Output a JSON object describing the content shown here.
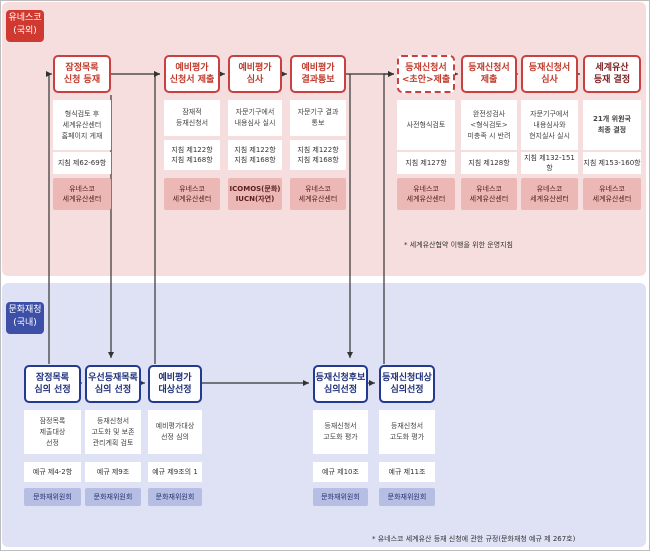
{
  "labels": {
    "unesco": "유네스코\n(국외)",
    "cha": "문화재청\n(국내)"
  },
  "unesco_steps": [
    {
      "title": "잠정목록\n신청 등재",
      "desc": "형식검토 후\n세계유산센터\n홈페이지 게재",
      "ref": "지침 제62-69항",
      "org": "유네스코\n세계유산센터"
    },
    {
      "title": "예비평가\n신청서 제출",
      "desc": "잠재적\n등재신청서",
      "ref": "지침 제122항\n지침 제168항",
      "org": "유네스코\n세계유산센터"
    },
    {
      "title": "예비평가\n심사",
      "desc": "자문기구에서\n내용심사 실시",
      "ref": "지침 제122항\n지침 제168항",
      "org": "ICOMOS(문화)\nIUCN(자연)"
    },
    {
      "title": "예비평가\n결과통보",
      "desc": "자문기구 결과\n통보",
      "ref": "지침 제122항\n지침 제168항",
      "org": "유네스코\n세계유산센터"
    },
    {
      "title": "등재신청서\n<초안>제출",
      "desc": "사전형식검토",
      "ref": "지침 제127항",
      "org": "유네스코\n세계유산센터"
    },
    {
      "title": "등재신청서\n제출",
      "desc": "완전성검사\n<형식검토>\n미충족 시 반려",
      "ref": "지침 제128항",
      "org": "유네스코\n세계유산센터"
    },
    {
      "title": "등재신청서\n심사",
      "desc": "자문기구에서\n내용심사와\n현지실사 실시",
      "ref": "지침 제132-151항",
      "org": "유네스코\n세계유산센터"
    },
    {
      "title": "세계유산\n등재 결정",
      "desc": "21개 위원국\n최종 결정",
      "ref": "지침 제153-160항",
      "org": "유네스코\n세계유산센터"
    }
  ],
  "cha_steps": [
    {
      "title": "잠정목록\n심의 선정",
      "desc": "잠정목록\n제출대상\n선정",
      "ref": "예규 제4-2항",
      "org": "문화재위원회"
    },
    {
      "title": "우선등재목록\n심의 선정",
      "desc": "등재신청서\n고도화 및 보존\n관리계획 검토",
      "ref": "예규 제9조",
      "org": "문화재위원회"
    },
    {
      "title": "예비평가\n대상선정",
      "desc": "예비평가대상\n선정 심의",
      "ref": "예규 제9조의 1",
      "org": "문화재위원회"
    },
    {
      "title": "등재신청후보\n심의선정",
      "desc": "등재신청서\n고도화 평가",
      "ref": "예규 제10조",
      "org": "문화재위원회"
    },
    {
      "title": "등재신청대상\n심의선정",
      "desc": "등재신청서\n고도화 평가",
      "ref": "예규 제11조",
      "org": "문화재위원회"
    }
  ],
  "notes": {
    "operational": "* 세계유산협약 이행을 위한 운영지침",
    "regulation": "* 유네스코 세계유산 등재 신청에 관한 규정(문화재청 예규 제 267호)"
  }
}
